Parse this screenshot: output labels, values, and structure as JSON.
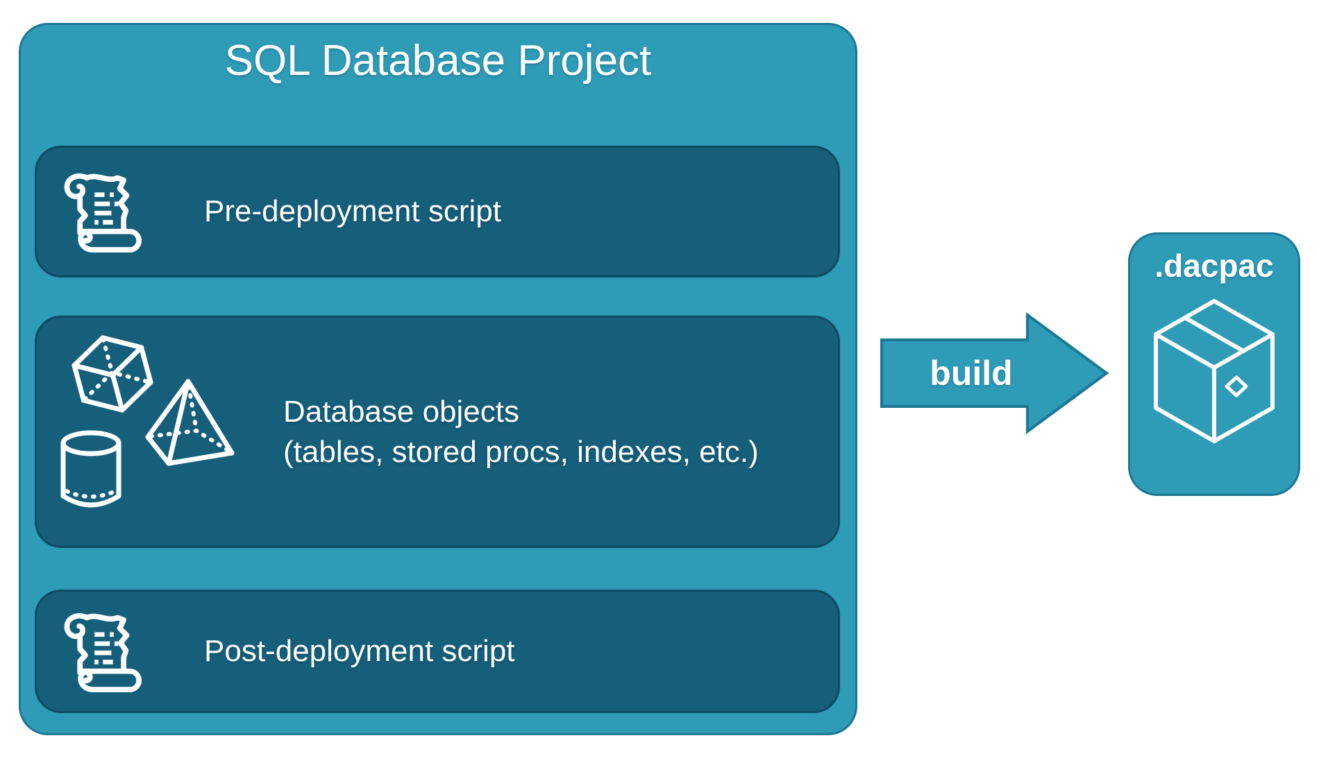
{
  "diagram": {
    "title": "SQL Database Project",
    "rows": [
      {
        "id": "pre-deployment",
        "icon": "scroll-icon",
        "label": "Pre-deployment script"
      },
      {
        "id": "database-objects",
        "icon": "database-shapes-icon",
        "label": "Database objects",
        "sublabel": "(tables, stored procs, indexes, etc.)"
      },
      {
        "id": "post-deployment",
        "icon": "scroll-icon",
        "label": "Post-deployment script"
      }
    ],
    "arrow": {
      "label": "build",
      "direction": "right"
    },
    "output": {
      "label": ".dacpac",
      "icon": "package-icon"
    },
    "colors": {
      "teal_fill": "#2E9BB7",
      "teal_border": "#1C7792",
      "dark_fill": "#155F7B",
      "dark_border": "#0D4A63",
      "text": "#FFFFFF",
      "background": "#FFFFFF"
    }
  }
}
